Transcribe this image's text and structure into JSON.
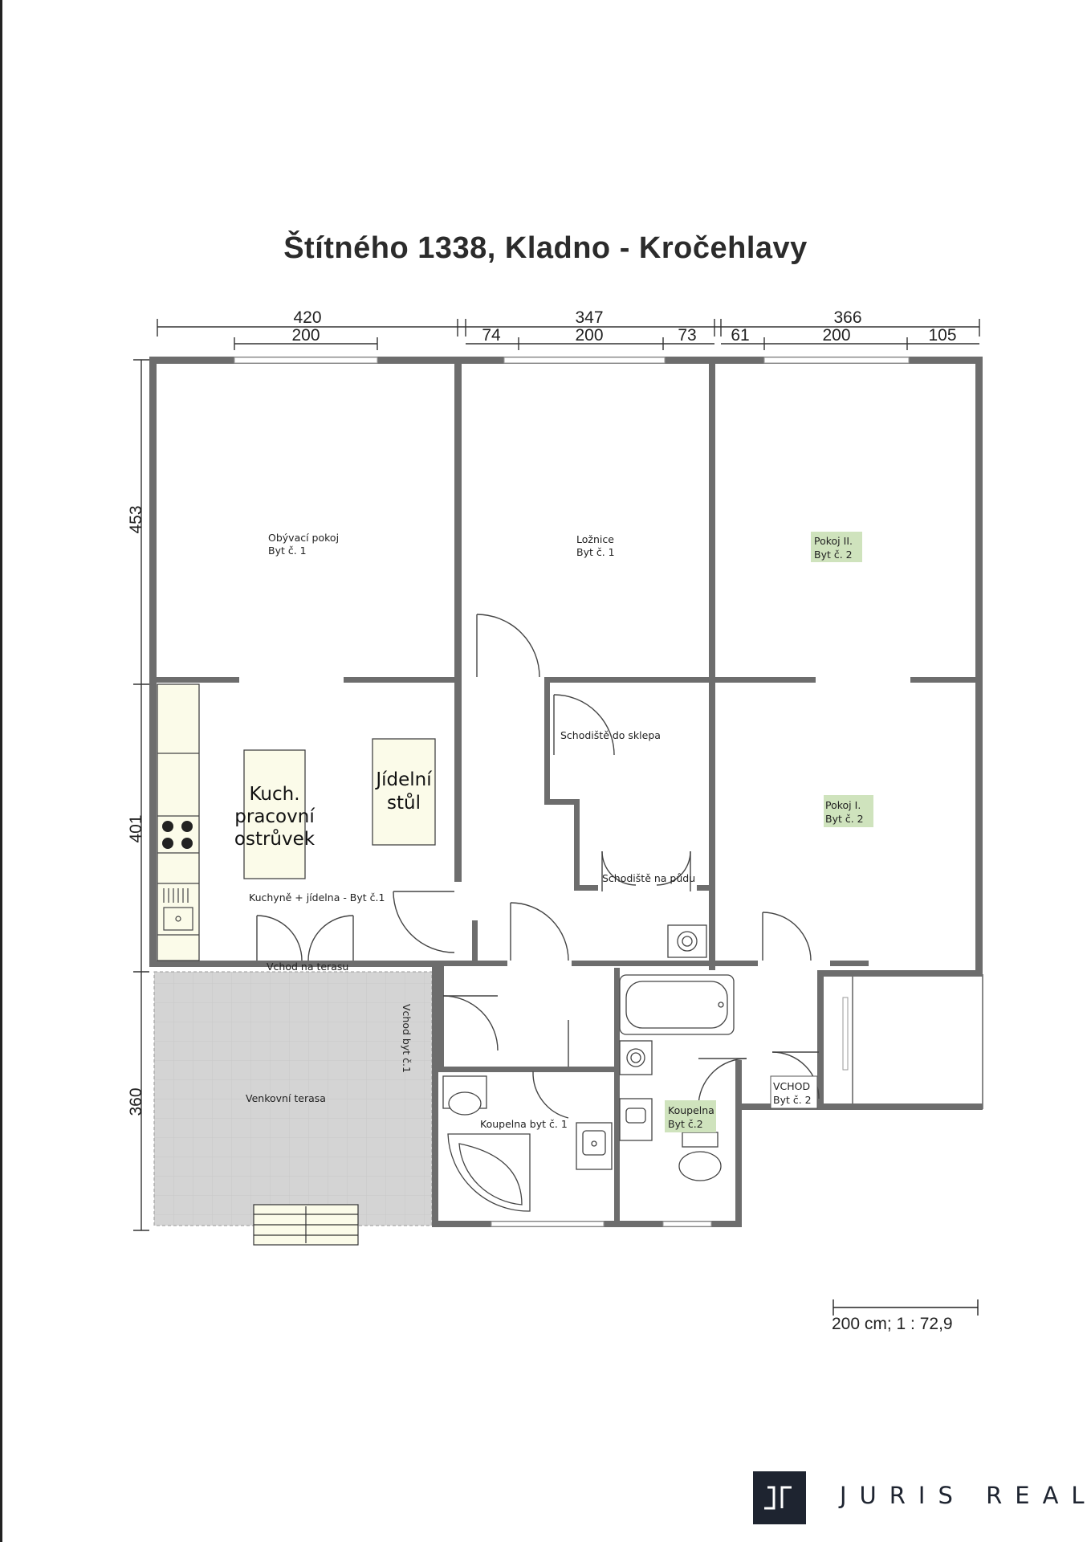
{
  "title": "Štítného 1338, Kladno - Kročehlavy",
  "dimensions": {
    "top": [
      {
        "total": "420",
        "inner": [
          "200"
        ]
      },
      {
        "total": "347",
        "inner": [
          "74",
          "200",
          "73"
        ]
      },
      {
        "total": "366",
        "inner": [
          "61",
          "200",
          "105"
        ]
      }
    ],
    "left": [
      "453",
      "401",
      "360"
    ]
  },
  "rooms": {
    "living": [
      "Obývací pokoj",
      "Byt č. 1"
    ],
    "bedroom": [
      "Ložnice",
      "Byt č. 1"
    ],
    "room2": [
      "Pokoj II.",
      "Byt č. 2"
    ],
    "stairs_cellar": "Schodiště do sklepa",
    "room1": [
      "Pokoj I.",
      "Byt č. 2"
    ],
    "island": [
      "Kuch.",
      "pracovní",
      "ostrůvek"
    ],
    "dining": [
      "Jídelní",
      "stůl"
    ],
    "kitchen": "Kuchyně + jídelna - Byt č.1",
    "stairs_attic": "Schodiště na půdu",
    "terrace_entry": "Vchod na terasu",
    "entry1": "Vchod byt č.1",
    "terrace": "Venkovní terasa",
    "bath1": "Koupelna byt č. 1",
    "bath2": [
      "Koupelna",
      "Byt č.2"
    ],
    "entry2": [
      "VCHOD",
      "Byt č. 2"
    ]
  },
  "scale": "200 cm; 1 : 72,9",
  "brand": "JURIS REAL",
  "colors": {
    "wall": "#6d6d6d",
    "terrace": "#d4d4d4",
    "highlight": "#cfe3bd",
    "furniture": "#fbfbe9",
    "logo": "#1e2430"
  }
}
